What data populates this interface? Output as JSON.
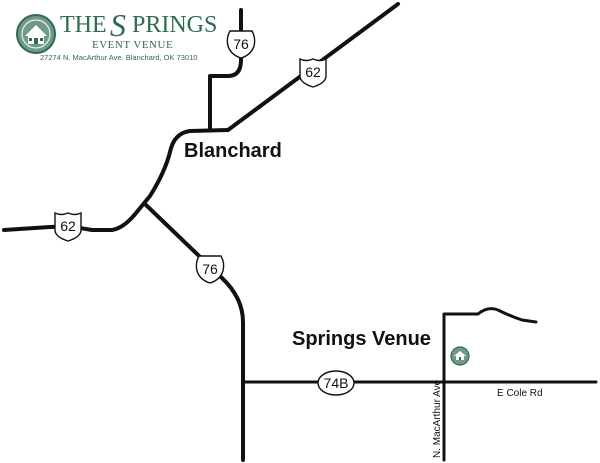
{
  "logo": {
    "brand_the": "THE",
    "brand_springs": "SPRINGS",
    "brand_s": "S",
    "brand_rest": "PRINGS",
    "tagline": "EVENT VENUE",
    "address": "27274 N. MacArthur Ave. Blanchard, OK 73010",
    "color": "#2f6b4f"
  },
  "map": {
    "city_label": "Blanchard",
    "venue_label": "Springs Venue",
    "routes": {
      "us62_north": "62",
      "us62_west": "62",
      "sh76_north": "76",
      "sh76_south": "76",
      "sh74b": "74B"
    },
    "roads": {
      "macarthur": "N. MacArthur Ave",
      "cole": "E Cole Rd"
    },
    "venue_icon": "venue-logo-icon"
  }
}
